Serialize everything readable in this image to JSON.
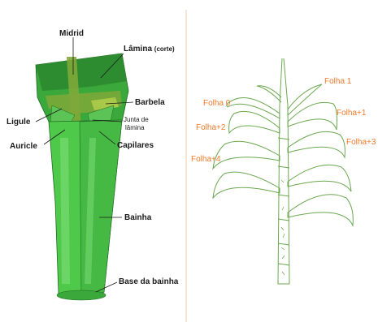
{
  "left_diagram": {
    "labels": {
      "midrib": "Midrid",
      "lamina": "Lâmina",
      "lamina_note": "(corte)",
      "barbela": "Barbela",
      "ligule": "Ligule",
      "junta_line1": "Junta de",
      "junta_line2": "lâmina",
      "auricle": "Auricle",
      "capilares": "Capilares",
      "bainha": "Bainha",
      "base_bainha": "Base da bainha"
    },
    "colors": {
      "light_green": "#4fc94a",
      "mid_green": "#3aa83a",
      "dark_green": "#2e8c30",
      "olive": "#7fa83a",
      "edge": "#1f6a22"
    }
  },
  "right_diagram": {
    "leaf_labels": [
      "Folha 0",
      "Folha 1",
      "Folha+1",
      "Folha+2",
      "Folha+3",
      "Folha+4"
    ],
    "colors": {
      "label": "#f07a2a",
      "stalk": "#6aa84f",
      "divider": "#f3dcc5"
    }
  }
}
